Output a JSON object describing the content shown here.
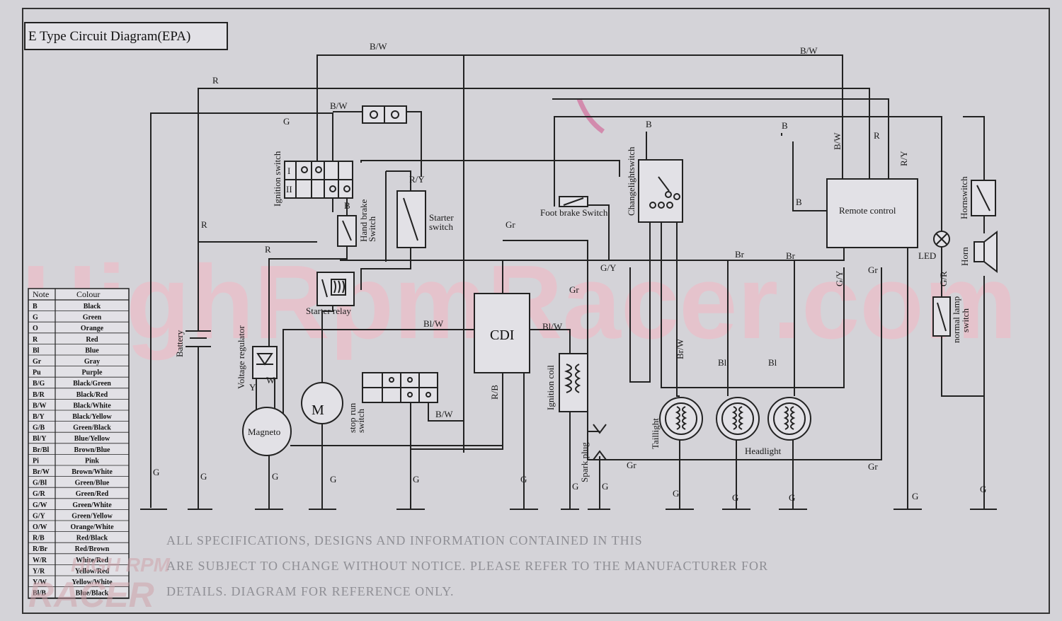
{
  "title": "E Type Circuit Diagram(EPA)",
  "watermark": {
    "main": "HighRpmRacer.com",
    "logo_top": "HIGH RPM",
    "logo_bottom": "RACER"
  },
  "components": {
    "ignition_switch": "Ignition switch",
    "ign_pos_1": "I",
    "ign_pos_2": "II",
    "hand_brake_switch": [
      "Hand brake",
      "Switch"
    ],
    "starter_switch": [
      "Starter",
      "switch"
    ],
    "starter_relay": "Starter relay",
    "battery": "Battery",
    "voltage_regulator": "Voltage regulator",
    "magneto": "Magneto",
    "motor": "M",
    "stop_run_switch": [
      "stop run",
      "switch"
    ],
    "cdi": "CDI",
    "ignition_coil": "Ignition coil",
    "spark_plug": "Spark plug",
    "foot_brake_switch": "Foot brake Switch",
    "change_light_switch": "Changelightswitch",
    "taillight": "Taillight",
    "headlight": "Headlight",
    "remote_control": "Remote control",
    "led": "LED",
    "horn_switch": "Hornswitch",
    "horn": "Horn",
    "normal_lamp_switch": [
      "normal lamp",
      "switch"
    ]
  },
  "wire_labels": {
    "bw_top": "B/W",
    "bw_top_right": "B/W",
    "r_top": "R",
    "bw_mid": "B/W",
    "g_ign": "G",
    "b_brake": "B",
    "r_left": "R",
    "r_vr": "R",
    "ry_starter": "R/Y",
    "gr_cdi": "Gr",
    "bl_w_relay": "Bl/W",
    "bl_w_cdi": "Bl/W",
    "rb_cdi": "R/B",
    "bw_stop": "B/W",
    "y_vr": "Y",
    "w_vr": "W",
    "gy_mid": "G/Y",
    "gr_mid": "Gr",
    "b_switch": "B",
    "br_w": "Br/W",
    "br_1": "Br",
    "br_2": "Br",
    "bl_1": "Bl",
    "bl_2": "Bl",
    "b_rc_top": "B",
    "b_rc_left": "B",
    "bw_rc": "B/W",
    "r_rc": "R",
    "ry_rc": "R/Y",
    "gy_rc": "G/Y",
    "gr_rc": "Gr",
    "gr_bottom1": "Gr",
    "gr_bottom2": "Gr",
    "gr_lamp": "G/R",
    "ground_labels": [
      "G",
      "G",
      "G",
      "G",
      "G",
      "G",
      "G",
      "G",
      "G",
      "G",
      "G",
      "G",
      "G"
    ]
  },
  "legend": {
    "headers": [
      "Note",
      "Colour"
    ],
    "rows": [
      [
        "B",
        "Black"
      ],
      [
        "G",
        "Green"
      ],
      [
        "O",
        "Orange"
      ],
      [
        "R",
        "Red"
      ],
      [
        "Bl",
        "Blue"
      ],
      [
        "Gr",
        "Gray"
      ],
      [
        "Pu",
        "Purple"
      ],
      [
        "B/G",
        "Black/Green"
      ],
      [
        "B/R",
        "Black/Red"
      ],
      [
        "B/W",
        "Black/White"
      ],
      [
        "B/Y",
        "Black/Yellow"
      ],
      [
        "G/B",
        "Green/Black"
      ],
      [
        "Bl/Y",
        "Blue/Yellow"
      ],
      [
        "Br/Bl",
        "Brown/Blue"
      ],
      [
        "Pi",
        "Pink"
      ],
      [
        "Br/W",
        "Brown/White"
      ],
      [
        "G/Bl",
        "Green/Blue"
      ],
      [
        "G/R",
        "Green/Red"
      ],
      [
        "G/W",
        "Green/White"
      ],
      [
        "G/Y",
        "Green/Yellow"
      ],
      [
        "O/W",
        "Orange/White"
      ],
      [
        "R/B",
        "Red/Black"
      ],
      [
        "R/Br",
        "Red/Brown"
      ],
      [
        "W/R",
        "White/Red"
      ],
      [
        "Y/R",
        "Yellow/Red"
      ],
      [
        "Y/W",
        "Yellow/White"
      ],
      [
        "Bl/B",
        "Blue/Black"
      ]
    ]
  },
  "footer_lines": [
    "ALL SPECIFICATIONS, DESIGNS AND INFORMATION CONTAINED IN THIS",
    "ARE SUBJECT TO CHANGE WITHOUT NOTICE. PLEASE REFER TO THE MANUFACTURER FOR",
    "DETAILS. DIAGRAM FOR REFERENCE ONLY."
  ],
  "colors": {
    "paper": "#d4d3d8",
    "ink": "#222222",
    "watermark": "#f3b7c4",
    "mark": "#d0508a"
  }
}
